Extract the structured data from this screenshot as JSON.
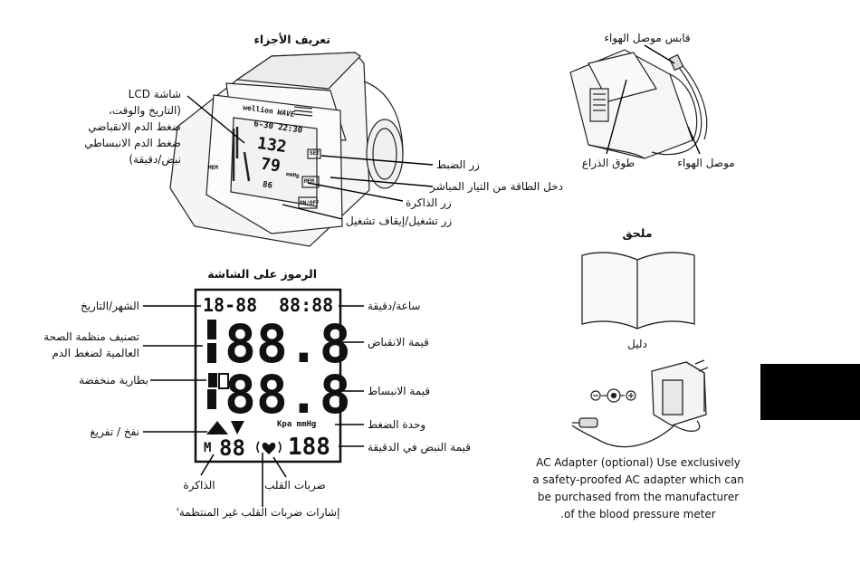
{
  "headings": {
    "parts": "تعريف الأجزاء",
    "symbols": "الرموز على الشاشة",
    "appendix": "ملحق"
  },
  "device_labels": {
    "lcd_screen": [
      "شاشة LCD",
      "(التاريخ والوقت،",
      "ضغط الدم الانقباضي",
      "ضغط الدم الانبساطي",
      "نبض/دقيقة)"
    ],
    "set_button": "زر الضبط",
    "dc_input": "دخل الطاقة من التيار المباشر",
    "memory_button": "زر الذاكرة",
    "power_button": "زر تشغيل/إيقاف تشغيل"
  },
  "device_display": {
    "brand": "wellion",
    "model": "WAVE",
    "time_text": "6-30 22:30",
    "sys_value": "132",
    "dia_value": "79",
    "unit": "mmHg",
    "pulse_value": "86",
    "mem_label": "MEM",
    "set_label": "SET",
    "on_label": "ON/OFF"
  },
  "cuff_labels": {
    "connector_plug": "قابس موصل الهواء",
    "cuff": "طوق الذراع",
    "air_tube": "موصل الهواء"
  },
  "symbol_labels": {
    "month_date": "الشهر/التاريخ",
    "who_class": [
      "تصنيف منظمة الصحة",
      "العالمية لضغط الدم"
    ],
    "low_battery": "بطارية منخفضة",
    "inflate_deflate": "نفخ / تفريغ",
    "memory": "الذاكرة",
    "heartbeat": "ضربات القلب",
    "irregular": "إشارات ضربات القلب غير المنتظمة'",
    "hour_minute": "ساعة/دقيقة",
    "systolic": "قيمة الانقباض",
    "diastolic": "قيمة الانبساط",
    "pressure_unit": "وحدة الضغط",
    "pulse": "قيمة النبض في الدقيقة"
  },
  "lcd_symbols": {
    "date": "18-88",
    "time": "88:88",
    "sys": "88.8",
    "dia": "88.8",
    "unit": "Kpa mmHg",
    "mem_letter": "M",
    "mem_digits": "88",
    "pulse_digits": "188"
  },
  "appendix": {
    "manual": "دليل",
    "adapter_text": [
      "AC Adapter (optional) Use exclusively",
      "a safety-proofed AC adapter which can",
      "be purchased from the manufacturer",
      ".of the blood pressure meter"
    ]
  }
}
